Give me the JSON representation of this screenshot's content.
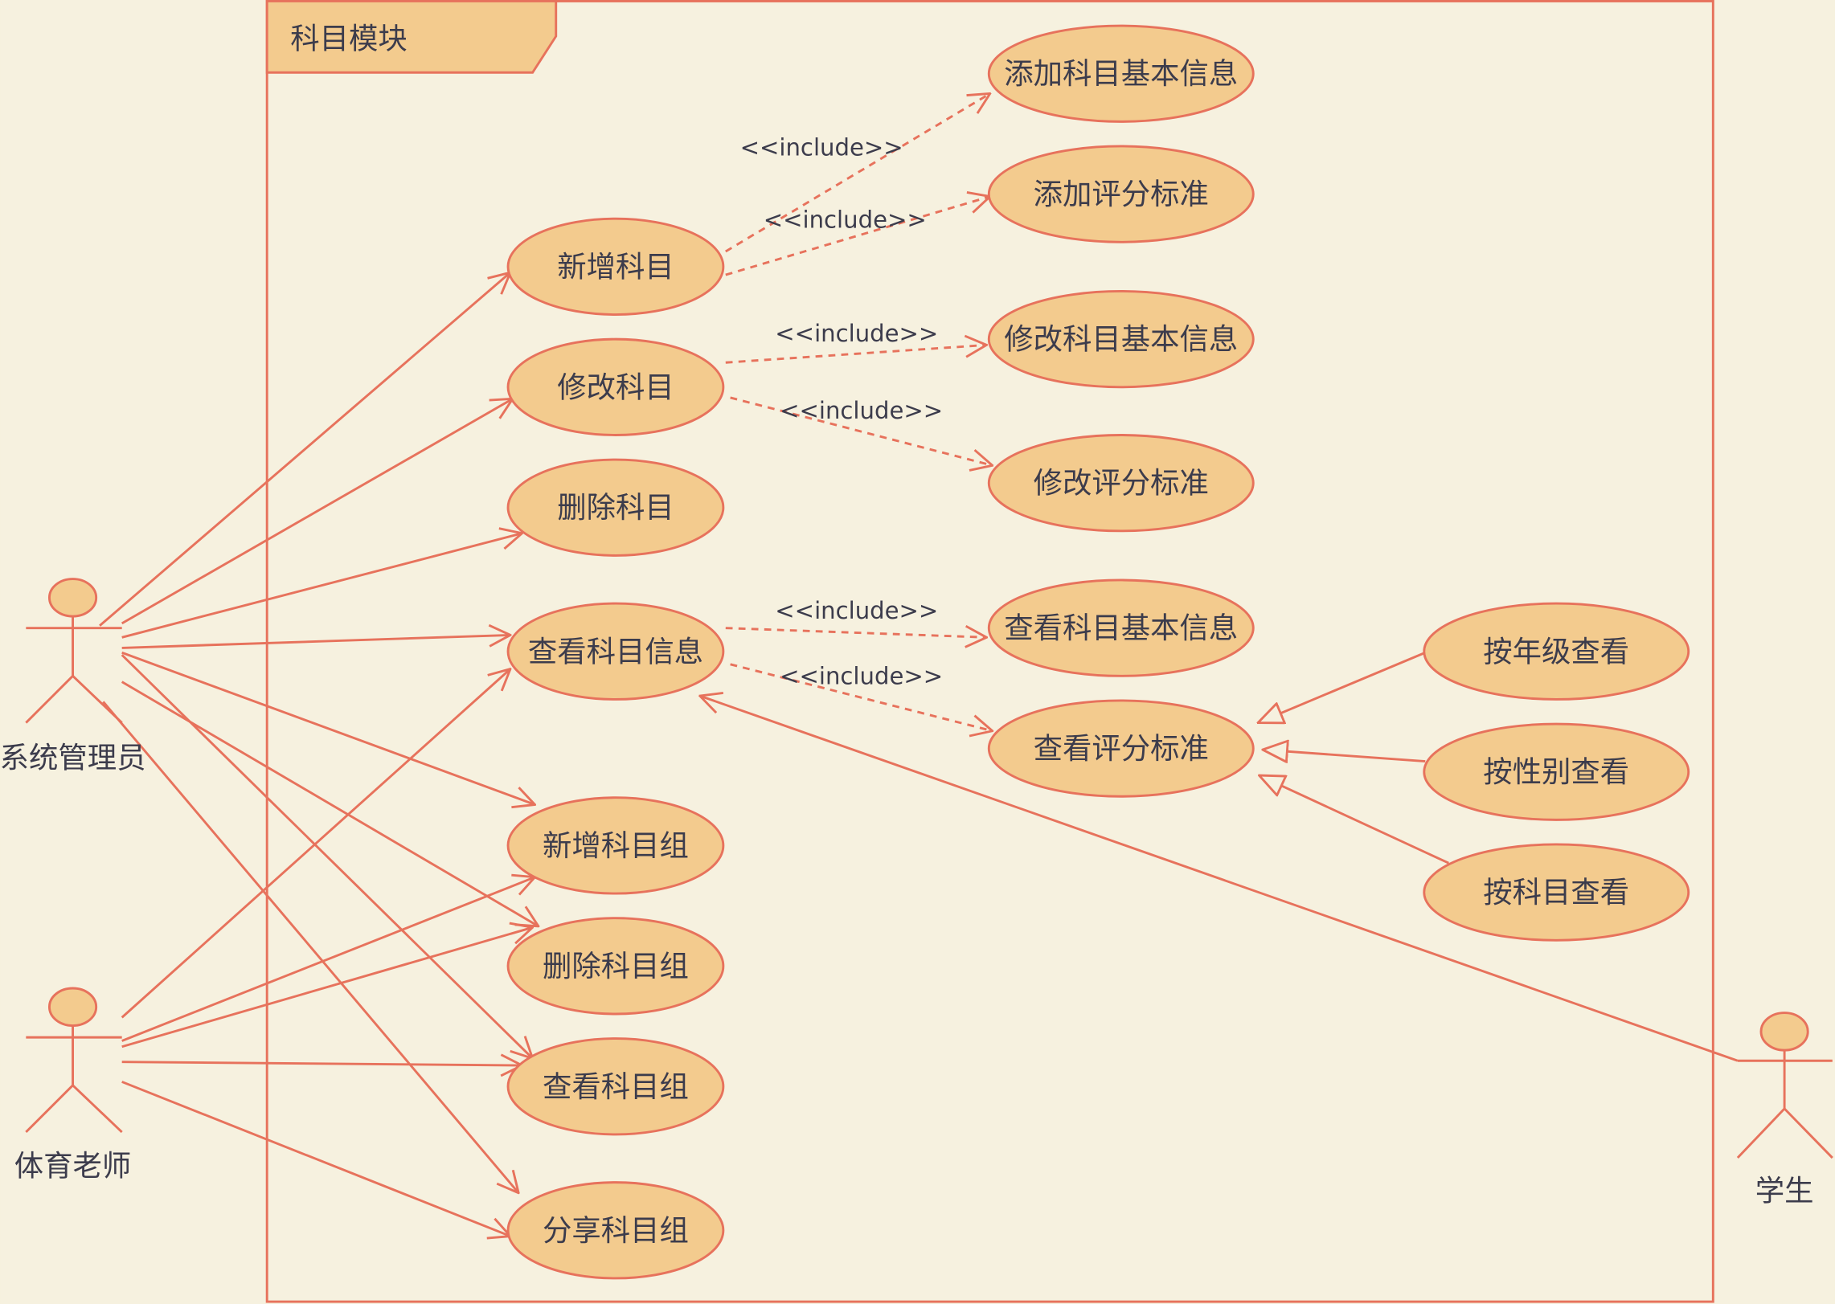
{
  "module": {
    "title": "科目模块"
  },
  "actors": {
    "admin": "系统管理员",
    "teacher": "体育老师",
    "student": "学生"
  },
  "use_cases": {
    "add_subject": "新增科目",
    "edit_subject": "修改科目",
    "delete_subject": "删除科目",
    "view_subject_info": "查看科目信息",
    "add_subject_group": "新增科目组",
    "delete_subject_group": "删除科目组",
    "view_subject_group": "查看科目组",
    "share_subject_group": "分享科目组",
    "add_basic_info": "添加科目基本信息",
    "add_scoring_standard": "添加评分标准",
    "edit_basic_info": "修改科目基本信息",
    "edit_scoring_standard": "修改评分标准",
    "view_basic_info": "查看科目基本信息",
    "view_scoring_standard": "查看评分标准",
    "view_by_grade": "按年级查看",
    "view_by_gender": "按性别查看",
    "view_by_subject": "按科目查看"
  },
  "include_labels": [
    "<<include>>",
    "<<include>>",
    "<<include>>",
    "<<include>>",
    "<<include>>",
    "<<include>>"
  ],
  "colors": {
    "background": "#F6F1DF",
    "line": "#E7725C",
    "fill": "#F3CB8E",
    "text": "#3C3C4C"
  }
}
